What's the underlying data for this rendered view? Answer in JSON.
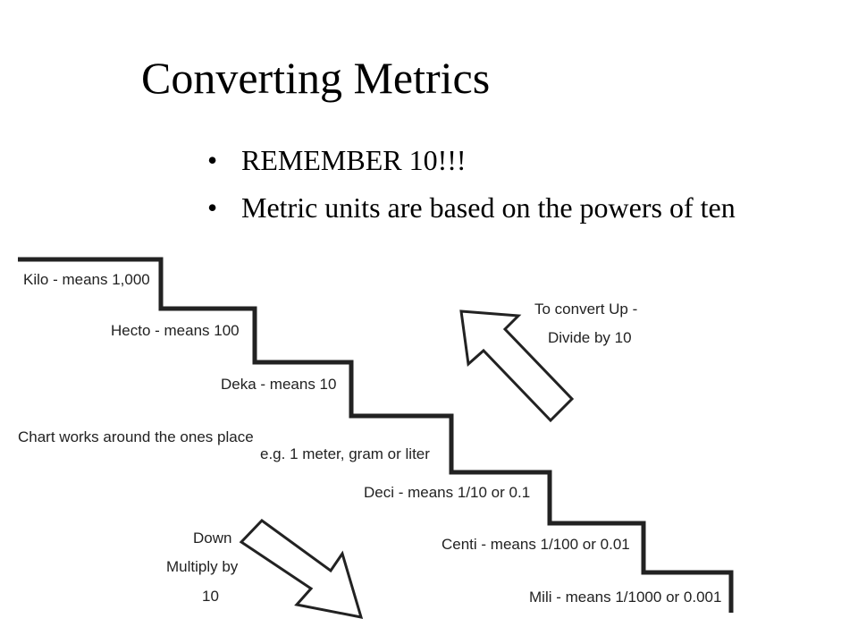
{
  "title": "Converting Metrics",
  "bullets": [
    "REMEMBER 10!!!",
    "Metric units are based on the powers of ten"
  ],
  "bullet_glyph": "•",
  "staircase": {
    "steps": [
      "Kilo - means 1,000",
      "Hecto - means 100",
      "Deka - means 10",
      "Deci - means 1/10 or 0.1",
      "Centi - means 1/100 or 0.01",
      "Mili - means 1/1000 or 0.001"
    ],
    "ones_place_note": "Chart works around the ones place",
    "ones_place_example": "e.g. 1 meter, gram or liter"
  },
  "convert_up": {
    "line1": "To convert Up -",
    "bold_word": "Divide",
    "rest": " by 10",
    "icon": "arrow-up-left-icon"
  },
  "convert_down": {
    "line1": "Down",
    "bold_word": "Multiply",
    "rest": " by",
    "line3": "10",
    "icon": "arrow-down-right-icon"
  },
  "colors": {
    "text": "#000000",
    "diagram_ink": "#222222",
    "background": "#ffffff"
  }
}
